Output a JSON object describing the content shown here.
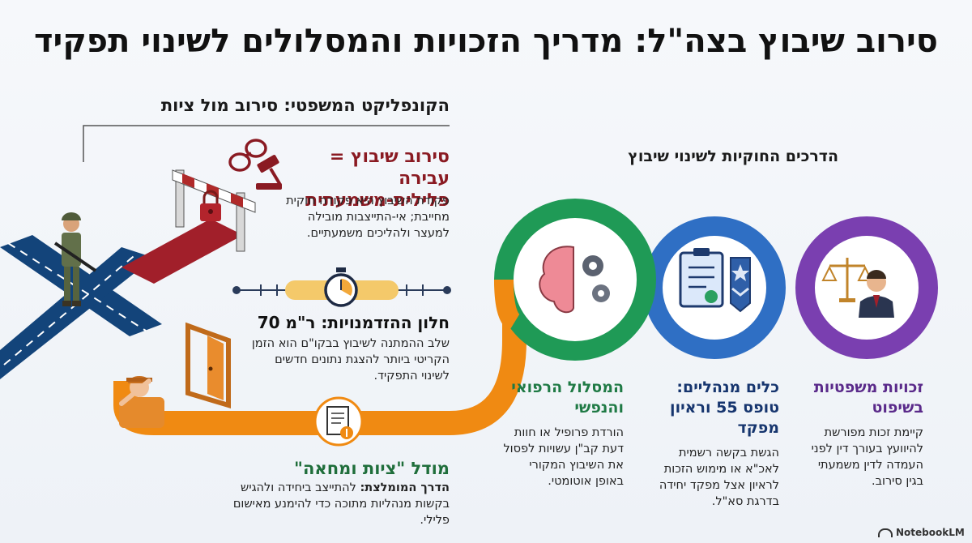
{
  "title": "סירוב שיבוץ בצה\"ל: מדריך הזכויות והמסלולים לשינוי תפקיד",
  "left": {
    "section_title": "הקונפליקט המשפטי: סירוב מול ציות",
    "crime": {
      "heading_line1": "סירוב שיבוץ = עבירה",
      "heading_line2": "פלילית-משמעתית",
      "body": [
        "פקודת השיבוץ היא פקודה חוקית",
        "מחייבת; אי-התייצבות מובילה",
        "למעצר ולהליכים משמעתיים."
      ]
    },
    "window": {
      "heading": "חלון ההזדמנויות: ר\"מ 70",
      "body": [
        "שלב ההמתנה לשיבוץ בבקו\"ם הוא הזמן",
        "הקריטי ביותר להצגת נתונים חדשים",
        "לשינוי התפקיד."
      ]
    },
    "comply": {
      "heading": "מודל \"ציות ומחאה\"",
      "body_bold": "הדרך המומלצת:",
      "body_rest": " להתייצב ביחידה ולהגיש",
      "body_more": [
        "בקשות מנהליות מתוכה כדי להימנע מאישום",
        "פלילי."
      ]
    }
  },
  "right": {
    "section_title": "הדרכים החוקיות לשינוי שיבוץ",
    "legal": {
      "heading_line1": "זכויות משפטיות",
      "heading_line2": "בשיפוט",
      "body": [
        "קיימת זכות מפורשת",
        "להיוועץ בעורך דין לפני",
        "העמדה לדין משמעתי",
        "בגין סירוב."
      ]
    },
    "admin": {
      "heading_line1": "כלים מנהליים:",
      "heading_line2": "טופס 55 וראיון מפקד",
      "body": [
        "הגשת בקשה רשמית",
        "לאכ\"א או מימוש הזכות",
        "לראיון אצל מפקד יחידה",
        "בדרגת סא\"ל."
      ]
    },
    "medical": {
      "heading_line1": "המסלול הרפואי",
      "heading_line2": "והנפשי",
      "body": [
        "הורדת פרופיל או חוות",
        "דעת קב\"ן עשויות לפסול",
        "את השיבוץ המקורי",
        "באופן אוטומטי."
      ]
    }
  },
  "logo": {
    "name": "NotebookLM"
  },
  "colors": {
    "green": "#1f9a56",
    "blue": "#2f6fc4",
    "purple": "#7a3fb0",
    "orange": "#f08a12",
    "road": "#13447a",
    "red_carpet": "#a11f2a",
    "crime_red": "#8a1a22"
  },
  "icons": [
    "handcuffs-icon",
    "gavel-icon",
    "barrier-icon",
    "padlock-icon",
    "soldier-icon",
    "stopwatch-icon",
    "door-icon",
    "saluting-soldier-icon",
    "document-icon",
    "brain-gears-icon",
    "clipboard-icon",
    "rank-badge-icon",
    "scales-icon",
    "lawyer-icon"
  ]
}
